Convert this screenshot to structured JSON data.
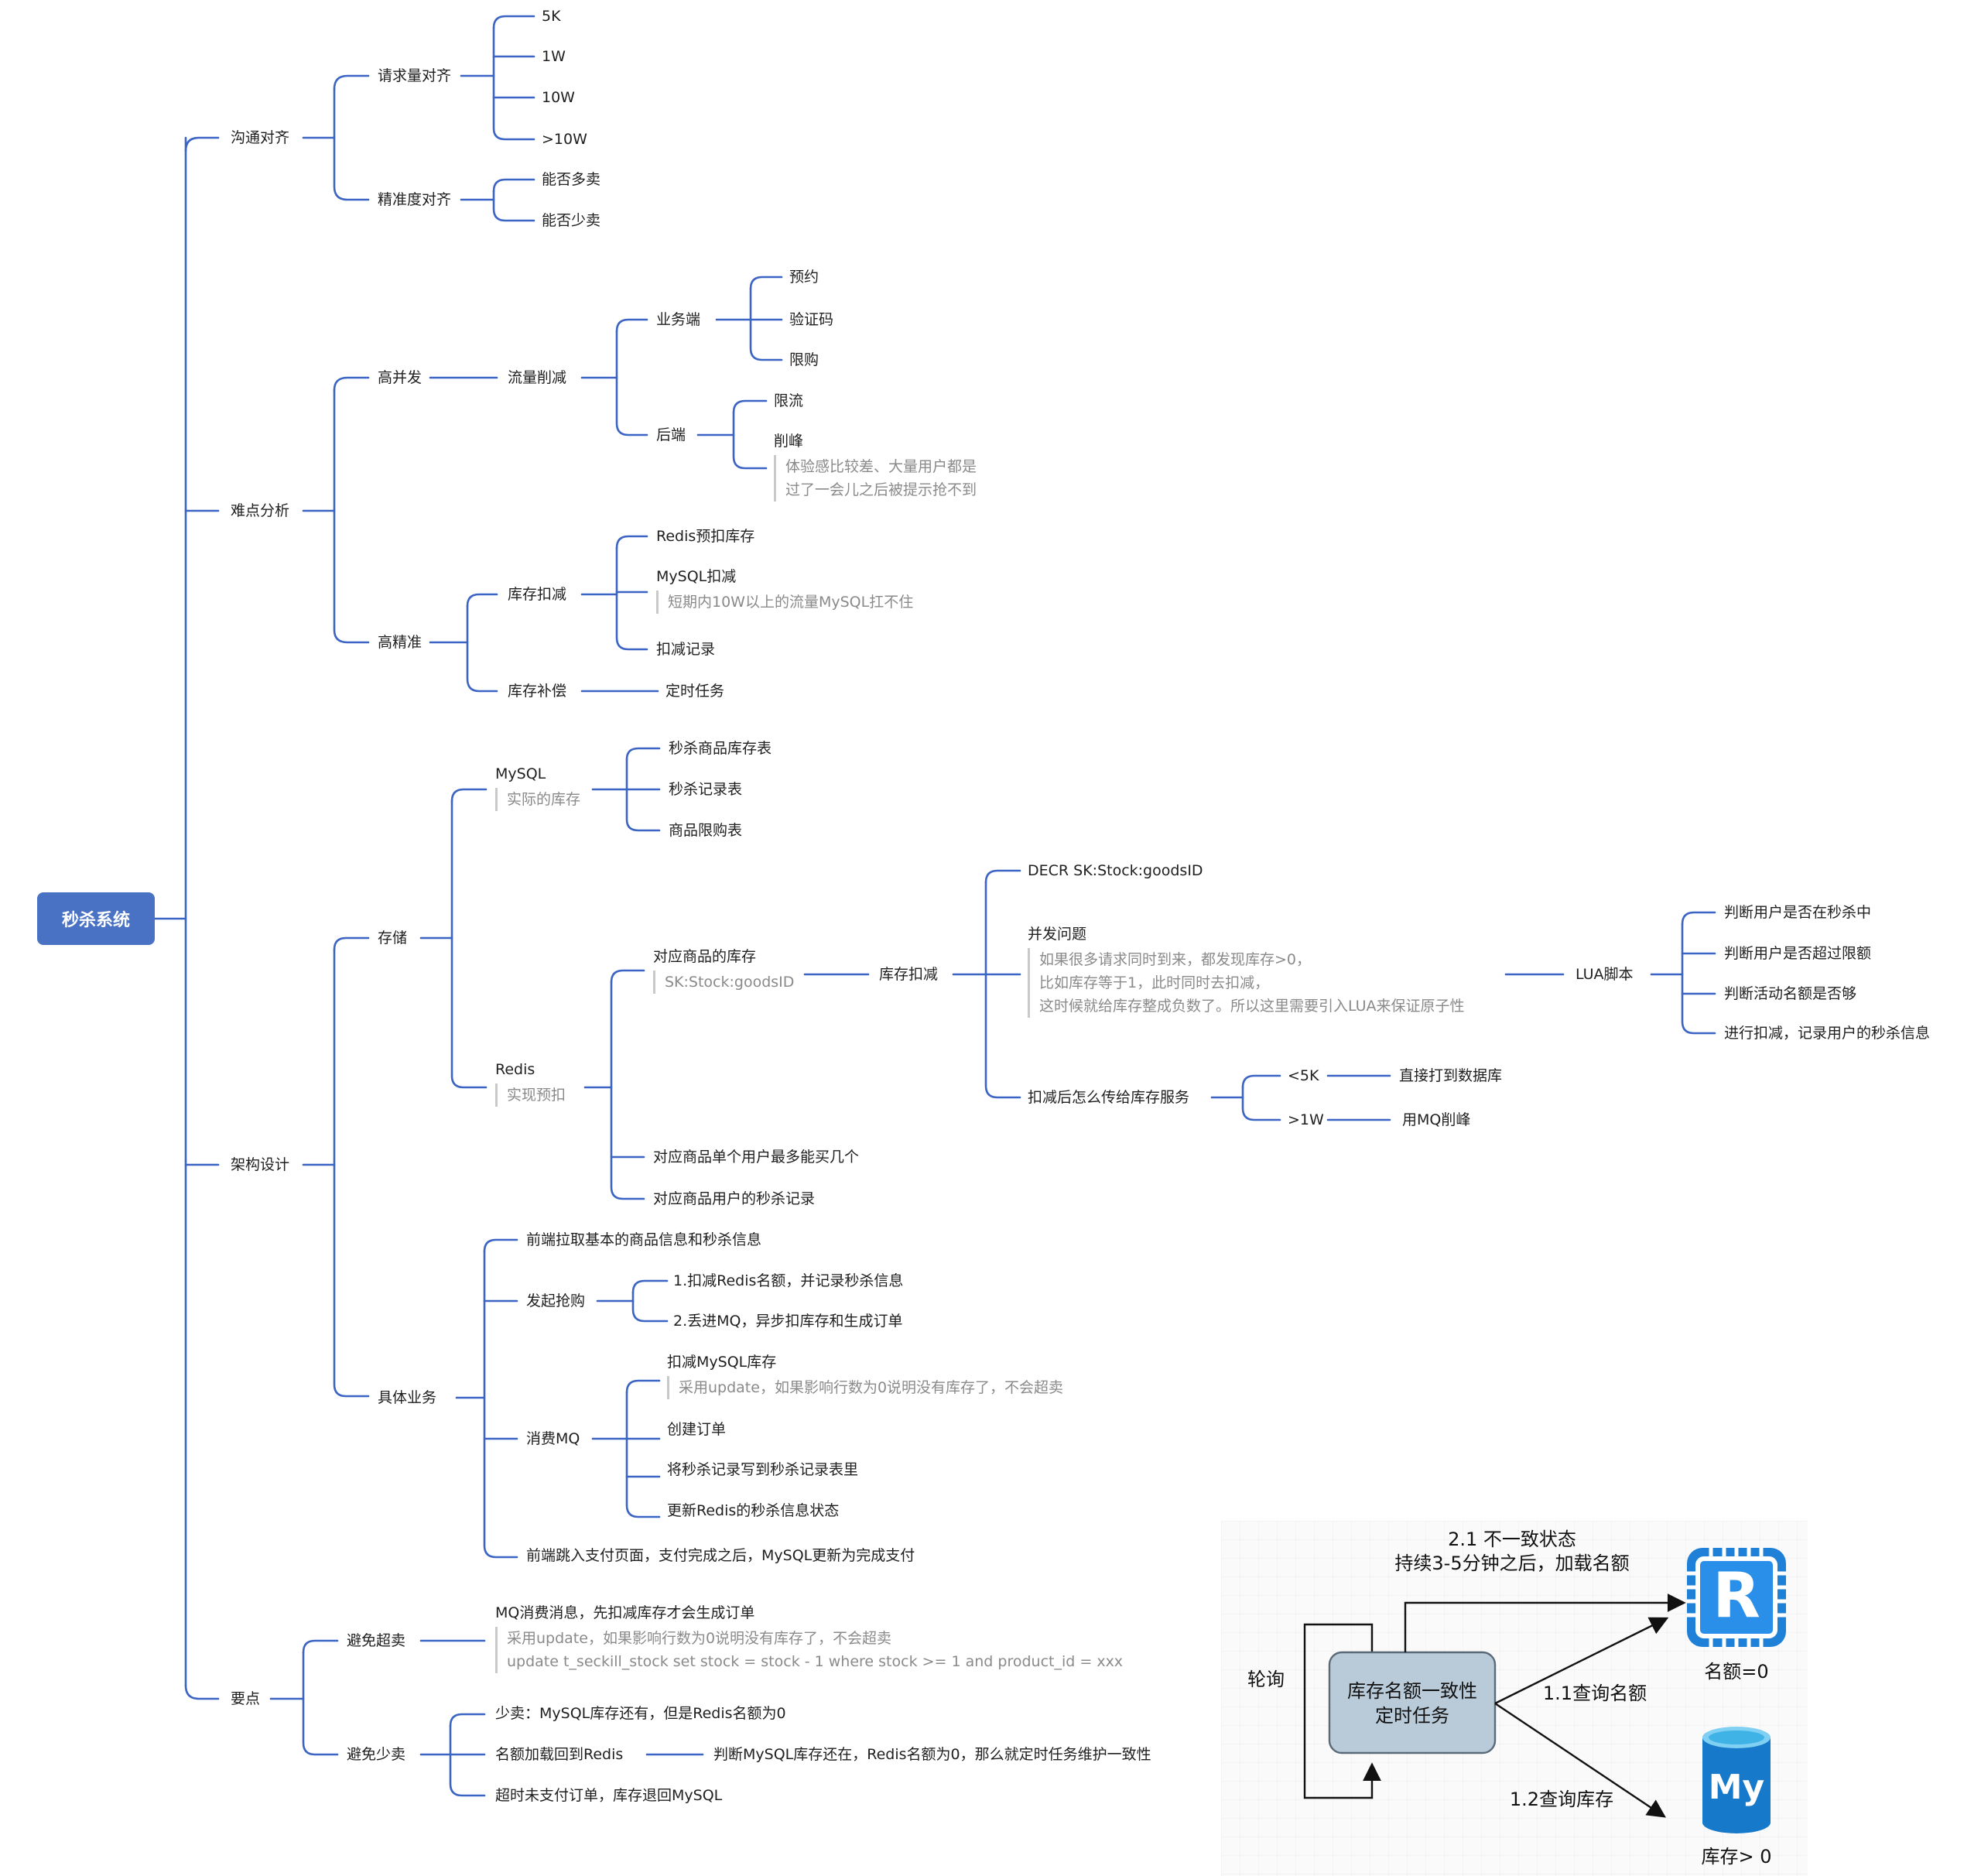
{
  "mindmap": {
    "root": "秒杀系统",
    "communication": {
      "label": "沟通对齐",
      "request": {
        "label": "请求量对齐",
        "items": [
          "5K",
          "1W",
          "10W",
          ">10W"
        ]
      },
      "precision": {
        "label": "精准度对齐",
        "items": [
          "能否多卖",
          "能否少卖"
        ]
      }
    },
    "difficulty": {
      "label": "难点分析",
      "concurrency": {
        "label": "高并发",
        "traffic": {
          "label": "流量削减",
          "business": {
            "label": "业务端",
            "items": [
              "预约",
              "验证码",
              "限购"
            ]
          },
          "backend": {
            "label": "后端",
            "limit": "限流",
            "peak": "削峰",
            "peak_note": [
              "体验感比较差、大量用户都是",
              "过了一会儿之后被提示抢不到"
            ]
          }
        }
      },
      "accuracy": {
        "label": "高精准",
        "deduct": {
          "label": "库存扣减",
          "redis": "Redis预扣库存",
          "mysql": "MySQL扣减",
          "mysql_note": "短期内10W以上的流量MySQL扛不住",
          "record": "扣减记录"
        },
        "compensate": {
          "label": "库存补偿",
          "task": "定时任务"
        }
      }
    },
    "architecture": {
      "label": "架构设计",
      "storage": {
        "label": "存储",
        "mysql": {
          "label": "MySQL",
          "note": "实际的库存",
          "items": [
            "秒杀商品库存表",
            "秒杀记录表",
            "商品限购表"
          ]
        },
        "redis": {
          "label": "Redis",
          "note": "实现预扣",
          "stock": {
            "label": "对应商品的库存",
            "note": "SK:Stock:goodsID"
          },
          "deduct": {
            "label": "库存扣减"
          },
          "decr": "DECR SK:Stock:goodsID",
          "concurrency": {
            "label": "并发问题",
            "note": [
              "如果很多请求同时到来，都发现库存>0，",
              "比如库存等于1，此时同时去扣减，",
              "这时候就给库存整成负数了。所以这里需要引入LUA来保证原子性"
            ]
          },
          "lua": {
            "label": "LUA脚本",
            "items": [
              "判断用户是否在秒杀中",
              "判断用户是否超过限额",
              "判断活动名额是否够",
              "进行扣减，记录用户的秒杀信息"
            ]
          },
          "pass": {
            "label": "扣减后怎么传给库存服务",
            "lt5k": "<5K",
            "gt1w": ">1W",
            "direct": "直接打到数据库",
            "mq": "用MQ削峰"
          },
          "per_user": "对应商品单个用户最多能买几个",
          "user_record": "对应商品用户的秒杀记录"
        }
      },
      "business": {
        "label": "具体业务",
        "fetch": "前端拉取基本的商品信息和秒杀信息",
        "grab": {
          "label": "发起抢购",
          "items": [
            "1.扣减Redis名额，并记录秒杀信息",
            "2.丢进MQ，异步扣库存和生成订单"
          ]
        },
        "consume": {
          "label": "消费MQ",
          "deduct": "扣减MySQL库存",
          "deduct_note": "采用update，如果影响行数为0说明没有库存了，不会超卖",
          "items": [
            "创建订单",
            "将秒杀记录写到秒杀记录表里",
            "更新Redis的秒杀信息状态"
          ]
        },
        "pay": "前端跳入支付页面，支付完成之后，MySQL更新为完成支付"
      }
    },
    "keypoints": {
      "label": "要点",
      "oversell": {
        "label": "避免超卖",
        "title": "MQ消费消息，先扣减库存才会生成订单",
        "note": [
          "采用update，如果影响行数为0说明没有库存了，不会超卖",
          "update t_seckill_stock set stock = stock - 1 where stock >= 1 and product_id = xxx"
        ]
      },
      "undersell": {
        "label": "避免少卖",
        "a": "少卖：MySQL库存还有，但是Redis名额为0",
        "b": "名额加载回到Redis",
        "b_detail": "判断MySQL库存还在，Redis名额为0，那么就定时任务维护一致性",
        "c": "超时未支付订单，库存退回MySQL"
      }
    }
  },
  "inset": {
    "top_line1": "2.1 不一致状态",
    "top_line2": "持续3-5分钟之后，加载名额",
    "poll": "轮询",
    "task_line1": "库存名额一致性",
    "task_line2": "定时任务",
    "query_quota": "1.1查询名额",
    "query_stock": "1.2查询库存",
    "redis_caption": "名额=0",
    "mysql_caption": "库存> 0",
    "redis_icon": "R",
    "mysql_icon": "My"
  },
  "colors": {
    "line": "#3b64c4",
    "root": "#4a72c4",
    "note": "#8a8a8a"
  }
}
